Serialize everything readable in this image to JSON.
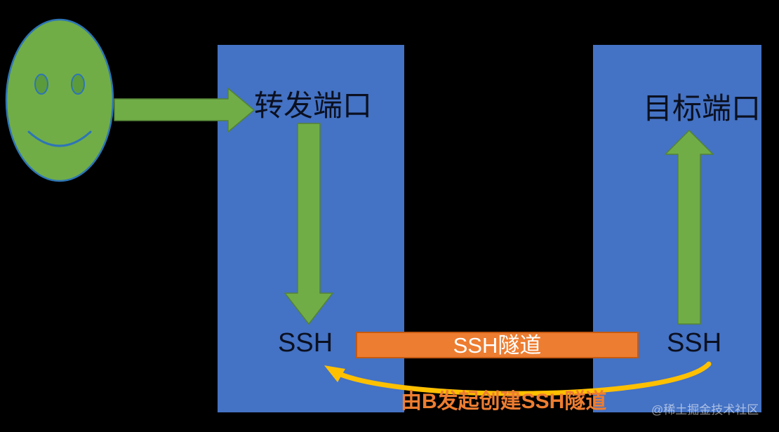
{
  "diagram": {
    "title": "SSH reverse tunnel port forwarding diagram",
    "colors": {
      "background": "#000000",
      "host_box": "#4472C4",
      "arrow_green": "#70AD47",
      "tunnel_orange": "#ED7D31",
      "tunnel_orange_border": "#C55A11",
      "curve_yellow": "#FFC000",
      "smiley_fill": "#70AD47",
      "smiley_stroke": "#2E75B6",
      "text_dark": "#0b1020",
      "text_white": "#FFFFFF"
    },
    "actor": {
      "icon": "smiley-face-icon"
    },
    "hosts": {
      "left": {
        "top_label": "转发端口",
        "bottom_label": "SSH"
      },
      "right": {
        "top_label": "目标端口",
        "bottom_label": "SSH"
      }
    },
    "tunnel": {
      "bar_label": "SSH隧道",
      "caption": "由B发起创建SSH隧道"
    },
    "arrows": [
      {
        "name": "user-to-forward-port",
        "direction": "right",
        "color": "#70AD47"
      },
      {
        "name": "forward-port-to-ssh",
        "direction": "down",
        "color": "#70AD47"
      },
      {
        "name": "ssh-to-target-port",
        "direction": "up",
        "color": "#70AD47"
      },
      {
        "name": "tunnel-initiation-curve",
        "direction": "left",
        "color": "#FFC000"
      }
    ],
    "watermark": "@稀土掘金技术社区"
  }
}
